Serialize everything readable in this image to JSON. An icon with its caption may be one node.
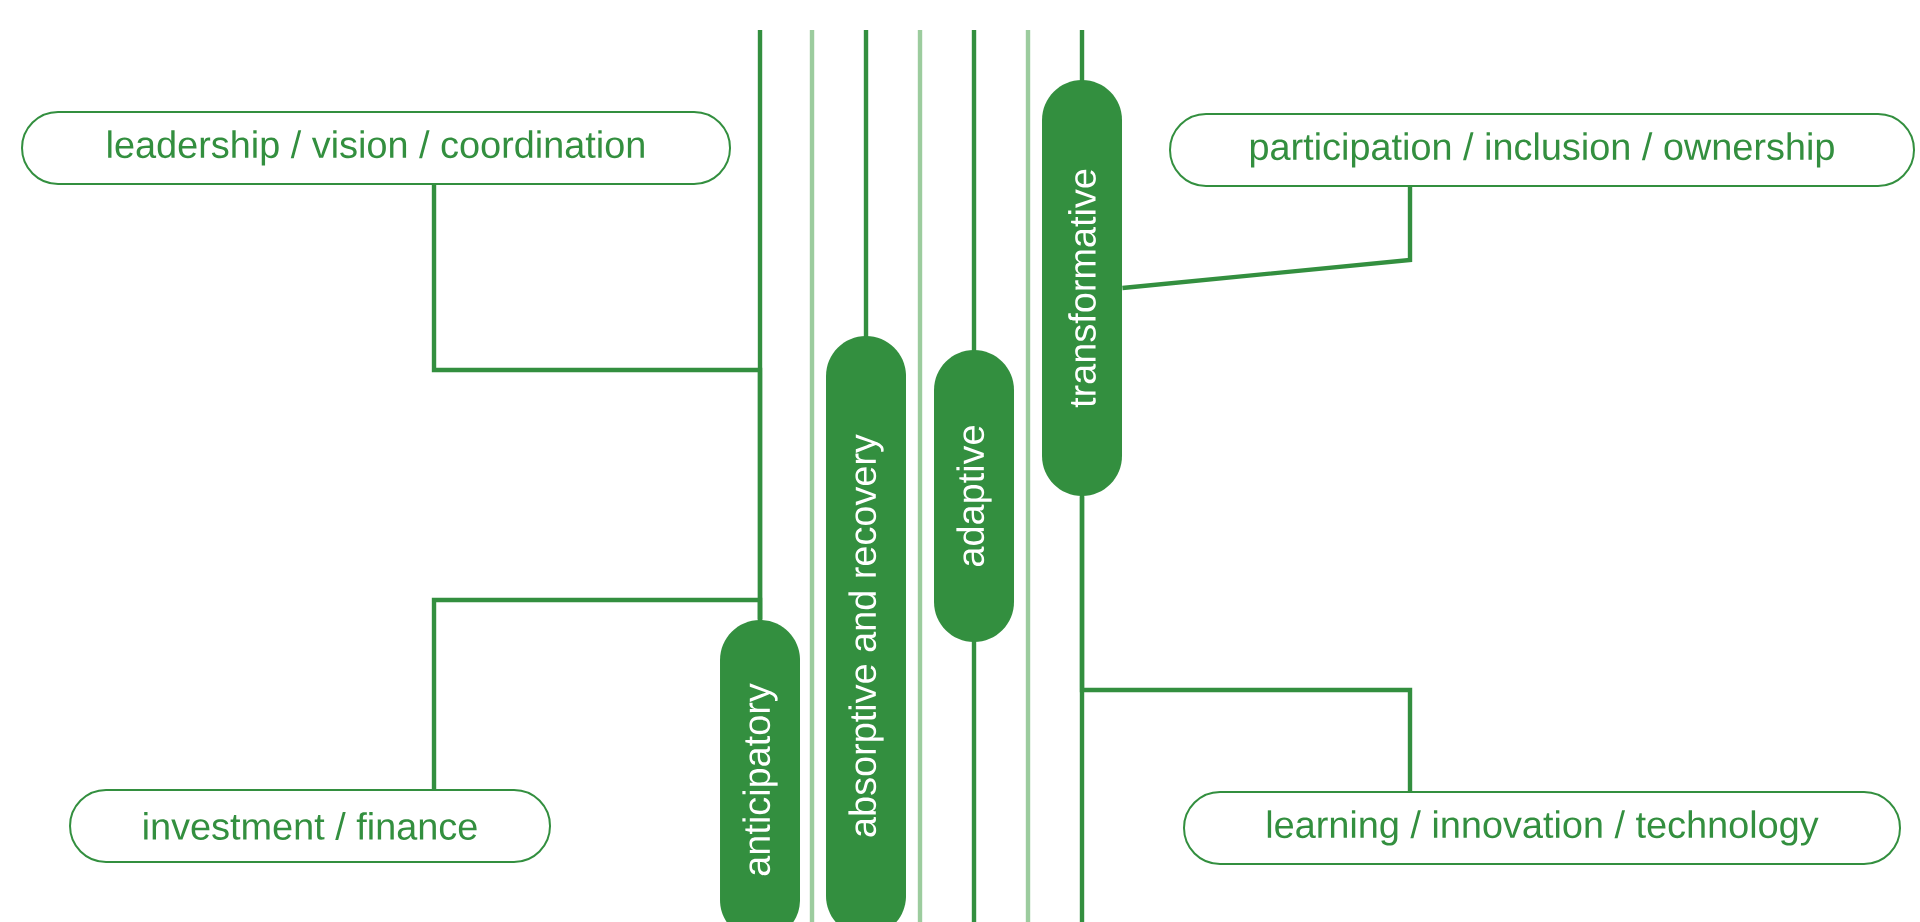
{
  "diagram": {
    "nodes": [
      {
        "text": [
          "leadership / vision / coordination"
        ]
      },
      {
        "text": [
          "participation / inclusion / ownership"
        ]
      },
      {
        "text": [
          "transformative"
        ]
      },
      {
        "text": [
          "absorptive and recovery"
        ]
      },
      {
        "text": [
          "adaptive"
        ]
      },
      {
        "text": [
          "anticipatory"
        ]
      },
      {
        "text": [
          "investment / finance"
        ]
      },
      {
        "text": [
          "learning / innovation / technology"
        ]
      }
    ],
    "edges": [
      {
        "from": 0,
        "to": 5,
        "arrow": "none"
      },
      {
        "from": 6,
        "to": 5,
        "arrow": "none"
      },
      {
        "from": 1,
        "to": 2,
        "arrow": "none"
      },
      {
        "from": 7,
        "to": 2,
        "arrow": "none"
      }
    ]
  }
}
